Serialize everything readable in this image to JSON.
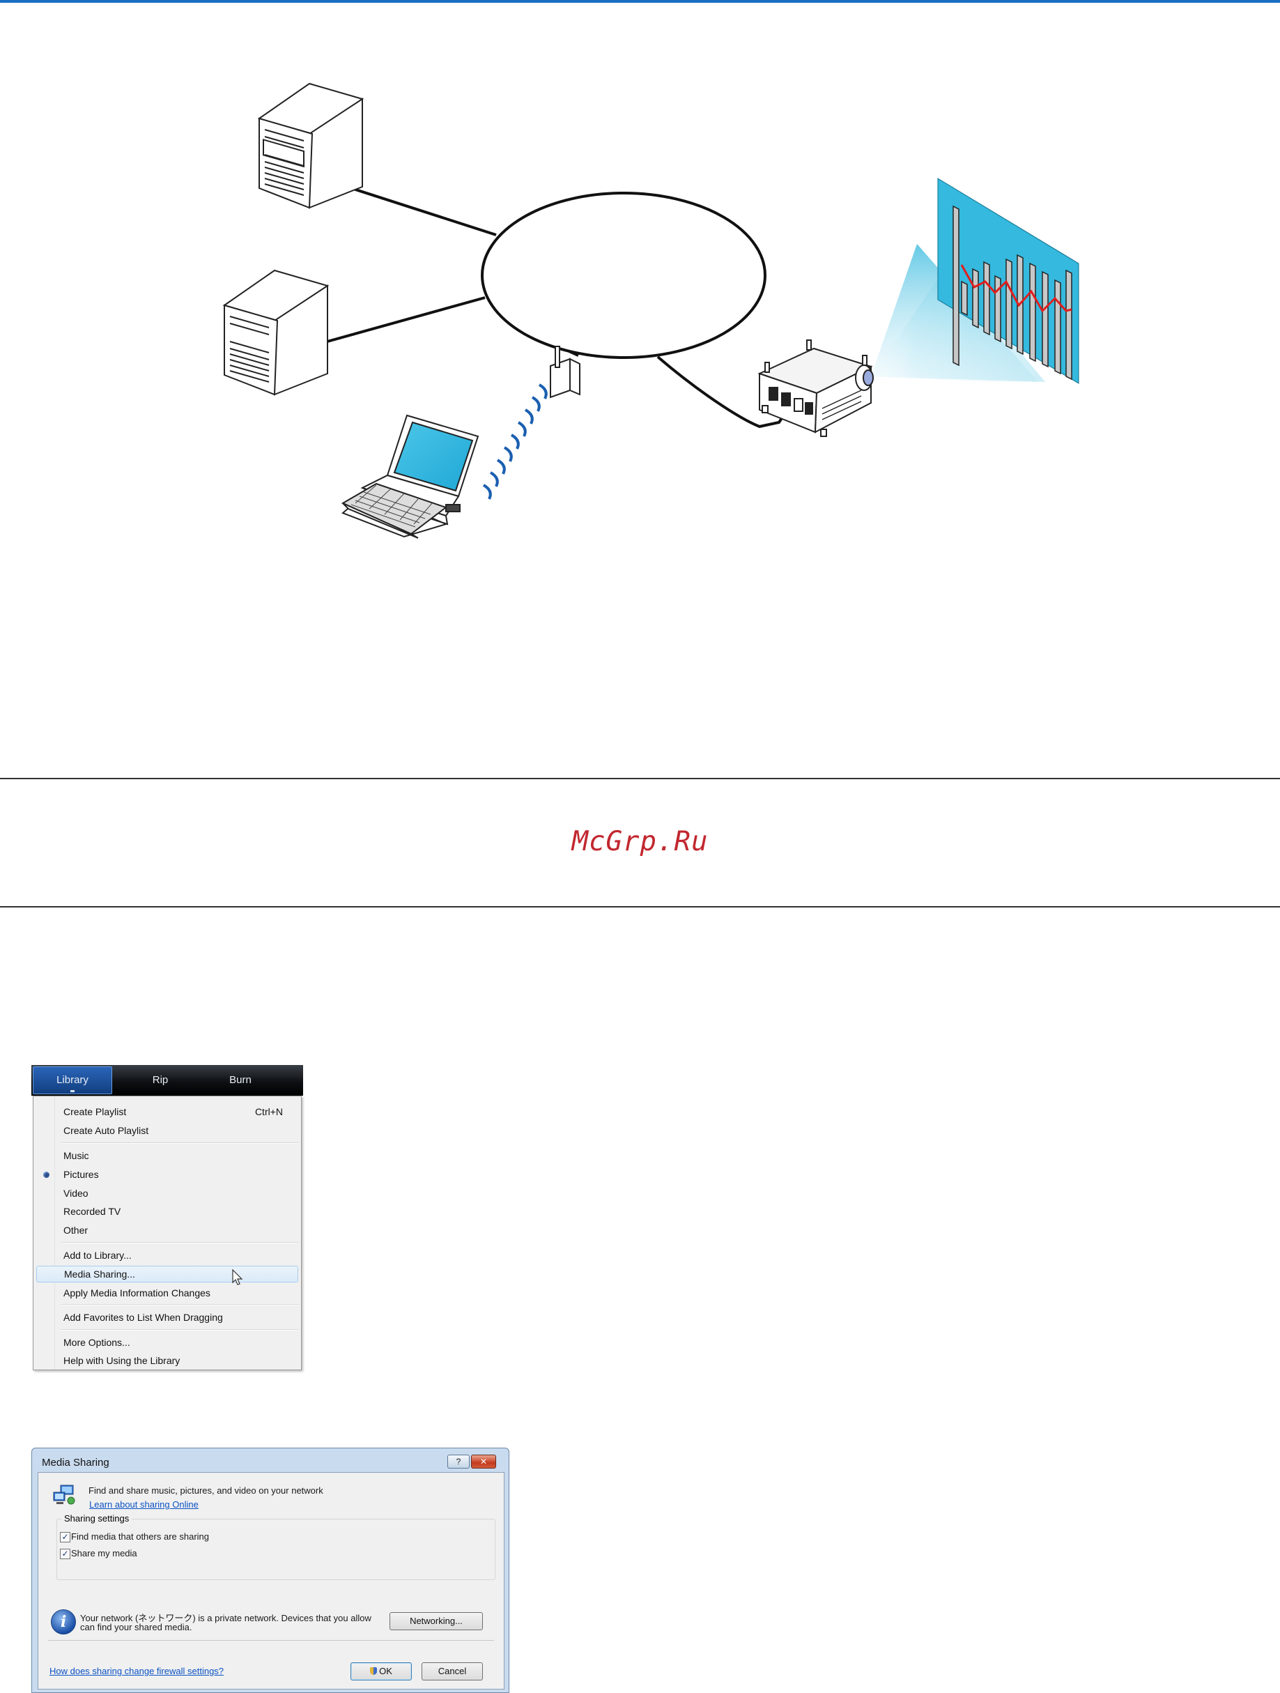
{
  "watermark": "McGrp.Ru",
  "diagram": {
    "chart_bar_color": "#c8c8c8",
    "screen_color": "#35b9de",
    "trend_line_color": "#e01e1e",
    "wireless_color": "#1a5fb0"
  },
  "wmp": {
    "tabs": [
      {
        "label": "Library",
        "active": true
      },
      {
        "label": "Rip",
        "active": false
      },
      {
        "label": "Burn",
        "active": false
      }
    ],
    "menu": {
      "create_playlist": {
        "label": "Create Playlist",
        "shortcut": "Ctrl+N"
      },
      "create_auto_playlist": {
        "label": "Create Auto Playlist"
      },
      "music": {
        "label": "Music"
      },
      "pictures": {
        "label": "Pictures",
        "selected": true
      },
      "video": {
        "label": "Video"
      },
      "recorded_tv": {
        "label": "Recorded TV"
      },
      "other": {
        "label": "Other"
      },
      "add_to_library": {
        "label": "Add to Library..."
      },
      "media_sharing": {
        "label": "Media Sharing...",
        "highlighted": true
      },
      "apply_media_info": {
        "label": "Apply Media Information Changes"
      },
      "add_favorites": {
        "label": "Add Favorites to List When Dragging"
      },
      "more_options": {
        "label": "More Options..."
      },
      "help_library": {
        "label": "Help with Using the Library"
      }
    }
  },
  "dialog": {
    "title": "Media Sharing",
    "help_button": "?",
    "close_button": "✕",
    "intro_text": "Find and share music, pictures, and video on your network",
    "learn_link": "Learn about sharing Online",
    "group_label": "Sharing settings",
    "find_media": {
      "label": "Find media that others are sharing",
      "checked": true
    },
    "share_media": {
      "label": "Share my media",
      "checked": true
    },
    "network_line1": "Your network (ネットワーク) is a private network. Devices that you allow",
    "network_line2": "can find your shared media.",
    "networking_button": "Networking...",
    "firewall_link": "How does sharing change firewall settings?",
    "ok_button": "OK",
    "cancel_button": "Cancel"
  }
}
